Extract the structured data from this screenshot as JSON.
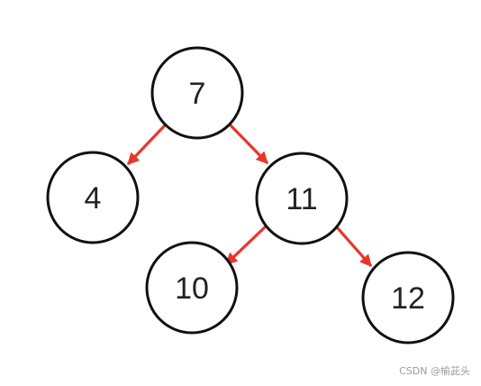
{
  "diagram": {
    "nodes": [
      {
        "id": "n7",
        "label": "7"
      },
      {
        "id": "n4",
        "label": "4"
      },
      {
        "id": "n11",
        "label": "11"
      },
      {
        "id": "n10",
        "label": "10"
      },
      {
        "id": "n12",
        "label": "12"
      }
    ],
    "edges": [
      {
        "from": "n7",
        "to": "n4"
      },
      {
        "from": "n7",
        "to": "n11"
      },
      {
        "from": "n11",
        "to": "n10"
      },
      {
        "from": "n11",
        "to": "n12"
      }
    ],
    "colors": {
      "node_stroke": "#111111",
      "node_fill": "#ffffff",
      "edge": "#e8372a",
      "text": "#222222"
    }
  },
  "watermark": "CSDN @榆茈头"
}
